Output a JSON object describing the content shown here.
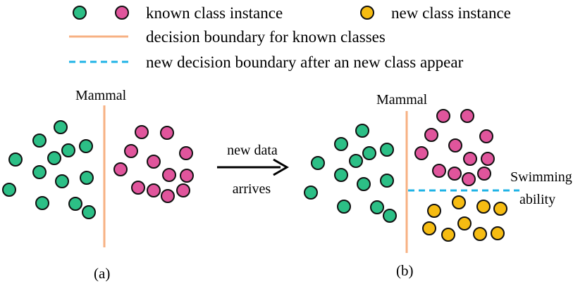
{
  "legend": {
    "known_label": "known class instance",
    "new_label": "new class instance",
    "boundary_label": "decision boundary for known classes",
    "new_boundary_label": "new decision boundary after an new class appear"
  },
  "colors": {
    "green": "#2cbf86",
    "pink": "#e0559c",
    "yellow": "#f6bc12",
    "boundary": "#f7b183",
    "new_boundary": "#1fb3e6",
    "outline": "#111111"
  },
  "panel_a": {
    "boundary_label": "Mammal",
    "caption": "(a)"
  },
  "arrow": {
    "label_top": "new data",
    "label_bottom": "arrives"
  },
  "panel_b": {
    "boundary_label": "Mammal",
    "new_boundary_label_line1": "Swimming",
    "new_boundary_label_line2": "ability",
    "caption": "(b)"
  }
}
